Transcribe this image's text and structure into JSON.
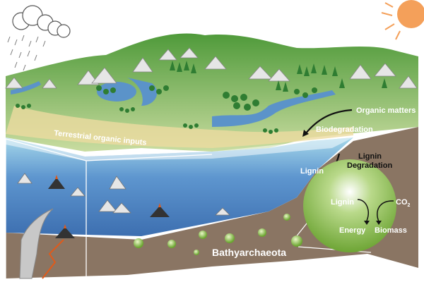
{
  "labels": {
    "organic_matters": "Organic matters",
    "biodegradation": "Biodegradation",
    "terrestrial_inputs": "Terrestrial organic inputs",
    "lignin_water": "Lignin",
    "lignin_degradation_line1": "Lignin",
    "lignin_degradation_line2": "Degradation",
    "bathyarchaeota": "Bathyarchaeota"
  },
  "inset": {
    "lignin": "Lignin",
    "co2": "CO",
    "co2_sub": "2",
    "energy": "Energy",
    "biomass": "Biomass"
  },
  "colors": {
    "land": "#7db24a",
    "water": "#4f86c6",
    "sediment": "#8a7563",
    "microbe": "#8cc63f",
    "sun": "#f4a05a"
  }
}
